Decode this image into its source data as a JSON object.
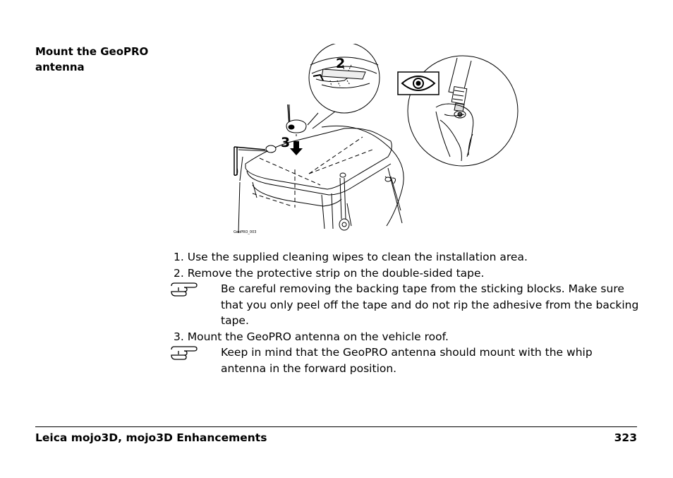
{
  "section": {
    "heading": "Mount the GeoPRO antenna"
  },
  "figure": {
    "callout_2": "2",
    "callout_3": "3",
    "image_code": "GeoPRO_003",
    "icons": [
      "eye-icon",
      "downward-arrow-icon"
    ]
  },
  "steps": [
    {
      "number": "1.",
      "text": "Use the supplied cleaning wipes to clean the installation area."
    },
    {
      "number": "2.",
      "text": "Remove the protective strip on the double-sided tape."
    },
    {
      "number": "3.",
      "text": "Mount the GeoPRO antenna on the vehicle roof."
    }
  ],
  "notes": [
    {
      "icon": "pointing-hand-icon",
      "text": "Be careful removing the backing tape from the sticking blocks. Make sure that you only peel off the tape and do not rip the adhesive from the backing tape."
    },
    {
      "icon": "pointing-hand-icon",
      "text": "Keep in mind that the GeoPRO antenna should mount with the whip antenna in the forward position."
    }
  ],
  "footer": {
    "title": "Leica mojo3D, mojo3D Enhancements",
    "page": "323"
  }
}
